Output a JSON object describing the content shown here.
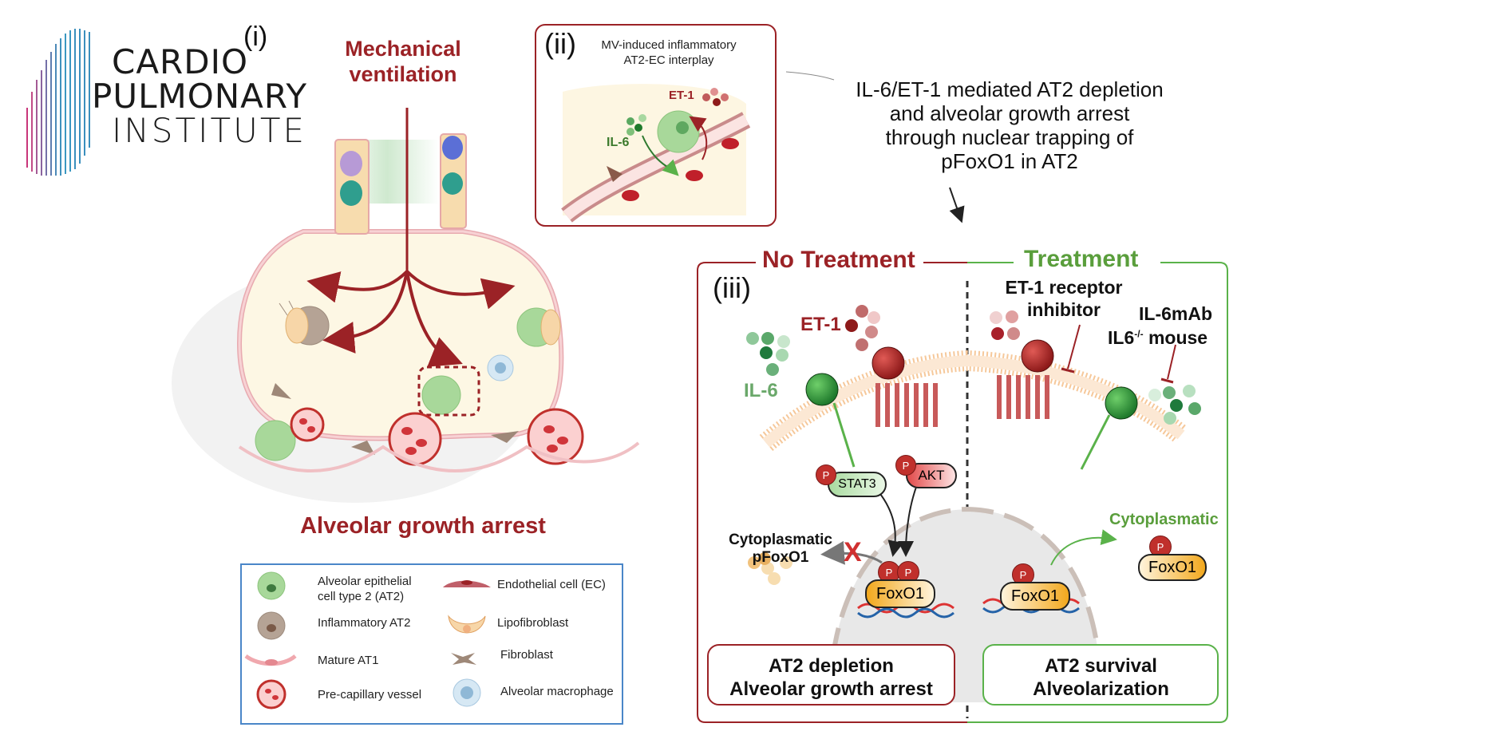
{
  "logo": {
    "line1": "CARDIO",
    "line2": "PULMONARY",
    "line3": "INSTITUTE"
  },
  "panel_i": {
    "label": "(i)",
    "title_line1": "Mechanical",
    "title_line2": "ventilation",
    "caption": "Alveolar growth arrest"
  },
  "panel_ii": {
    "label": "(ii)",
    "title_line1": "MV-induced inflammatory",
    "title_line2": "AT2-EC interplay",
    "et1": "ET-1",
    "il6": "IL-6"
  },
  "summary": {
    "line1": "IL-6/ET-1 mediated AT2 depletion",
    "line2": "and alveolar growth arrest",
    "line3": "through nuclear trapping of",
    "line4": "pFoxO1 in AT2"
  },
  "panel_iii": {
    "label": "(iii)",
    "no_treatment": {
      "header": "No Treatment",
      "et1": "ET-1",
      "il6": "IL-6",
      "stat3": "STAT3",
      "akt": "AKT",
      "p": "P",
      "cyto_line1": "Cytoplasmatic",
      "cyto_line2": "pFoxO1",
      "blocked": "X",
      "foxo1": "FoxO1",
      "outcome_line1": "AT2 depletion",
      "outcome_line2": "Alveolar growth arrest"
    },
    "treatment": {
      "header": "Treatment",
      "inhibitor_line1": "ET-1 receptor",
      "inhibitor_line2": "inhibitor",
      "il6mab": "IL-6mAb",
      "il6ko_prefix": "IL6",
      "il6ko_sup": "-/-",
      "il6ko_suffix": " mouse",
      "cyto": "Cytoplasmatic",
      "p": "P",
      "foxo1_nuclear": "FoxO1",
      "foxo1_cyto": "FoxO1",
      "outcome_line1": "AT2 survival",
      "outcome_line2": "Alveolarization"
    }
  },
  "legend": {
    "items": [
      {
        "label": "Alveolar epithelial cell type 2 (AT2)",
        "line1": "Alveolar epithelial",
        "line2": "cell type 2 (AT2)",
        "icon": "at2-cell-icon"
      },
      {
        "label": "Inflammatory AT2",
        "icon": "inflammatory-at2-icon"
      },
      {
        "label": "Mature AT1",
        "icon": "mature-at1-icon"
      },
      {
        "label": "Pre-capillary vessel",
        "icon": "pre-capillary-vessel-icon"
      },
      {
        "label": "Endothelial cell (EC)",
        "icon": "endothelial-cell-icon"
      },
      {
        "label": "Lipofibroblast",
        "icon": "lipofibroblast-icon"
      },
      {
        "label": "Fibroblast",
        "icon": "fibroblast-icon"
      },
      {
        "label": "Alveolar macrophage",
        "icon": "alveolar-macrophage-icon"
      }
    ]
  },
  "colors": {
    "dark_red": "#9b2226",
    "green": "#5a9e3c",
    "legend_border": "#4a86c8",
    "foxo1_orange": "#f2a81d"
  }
}
